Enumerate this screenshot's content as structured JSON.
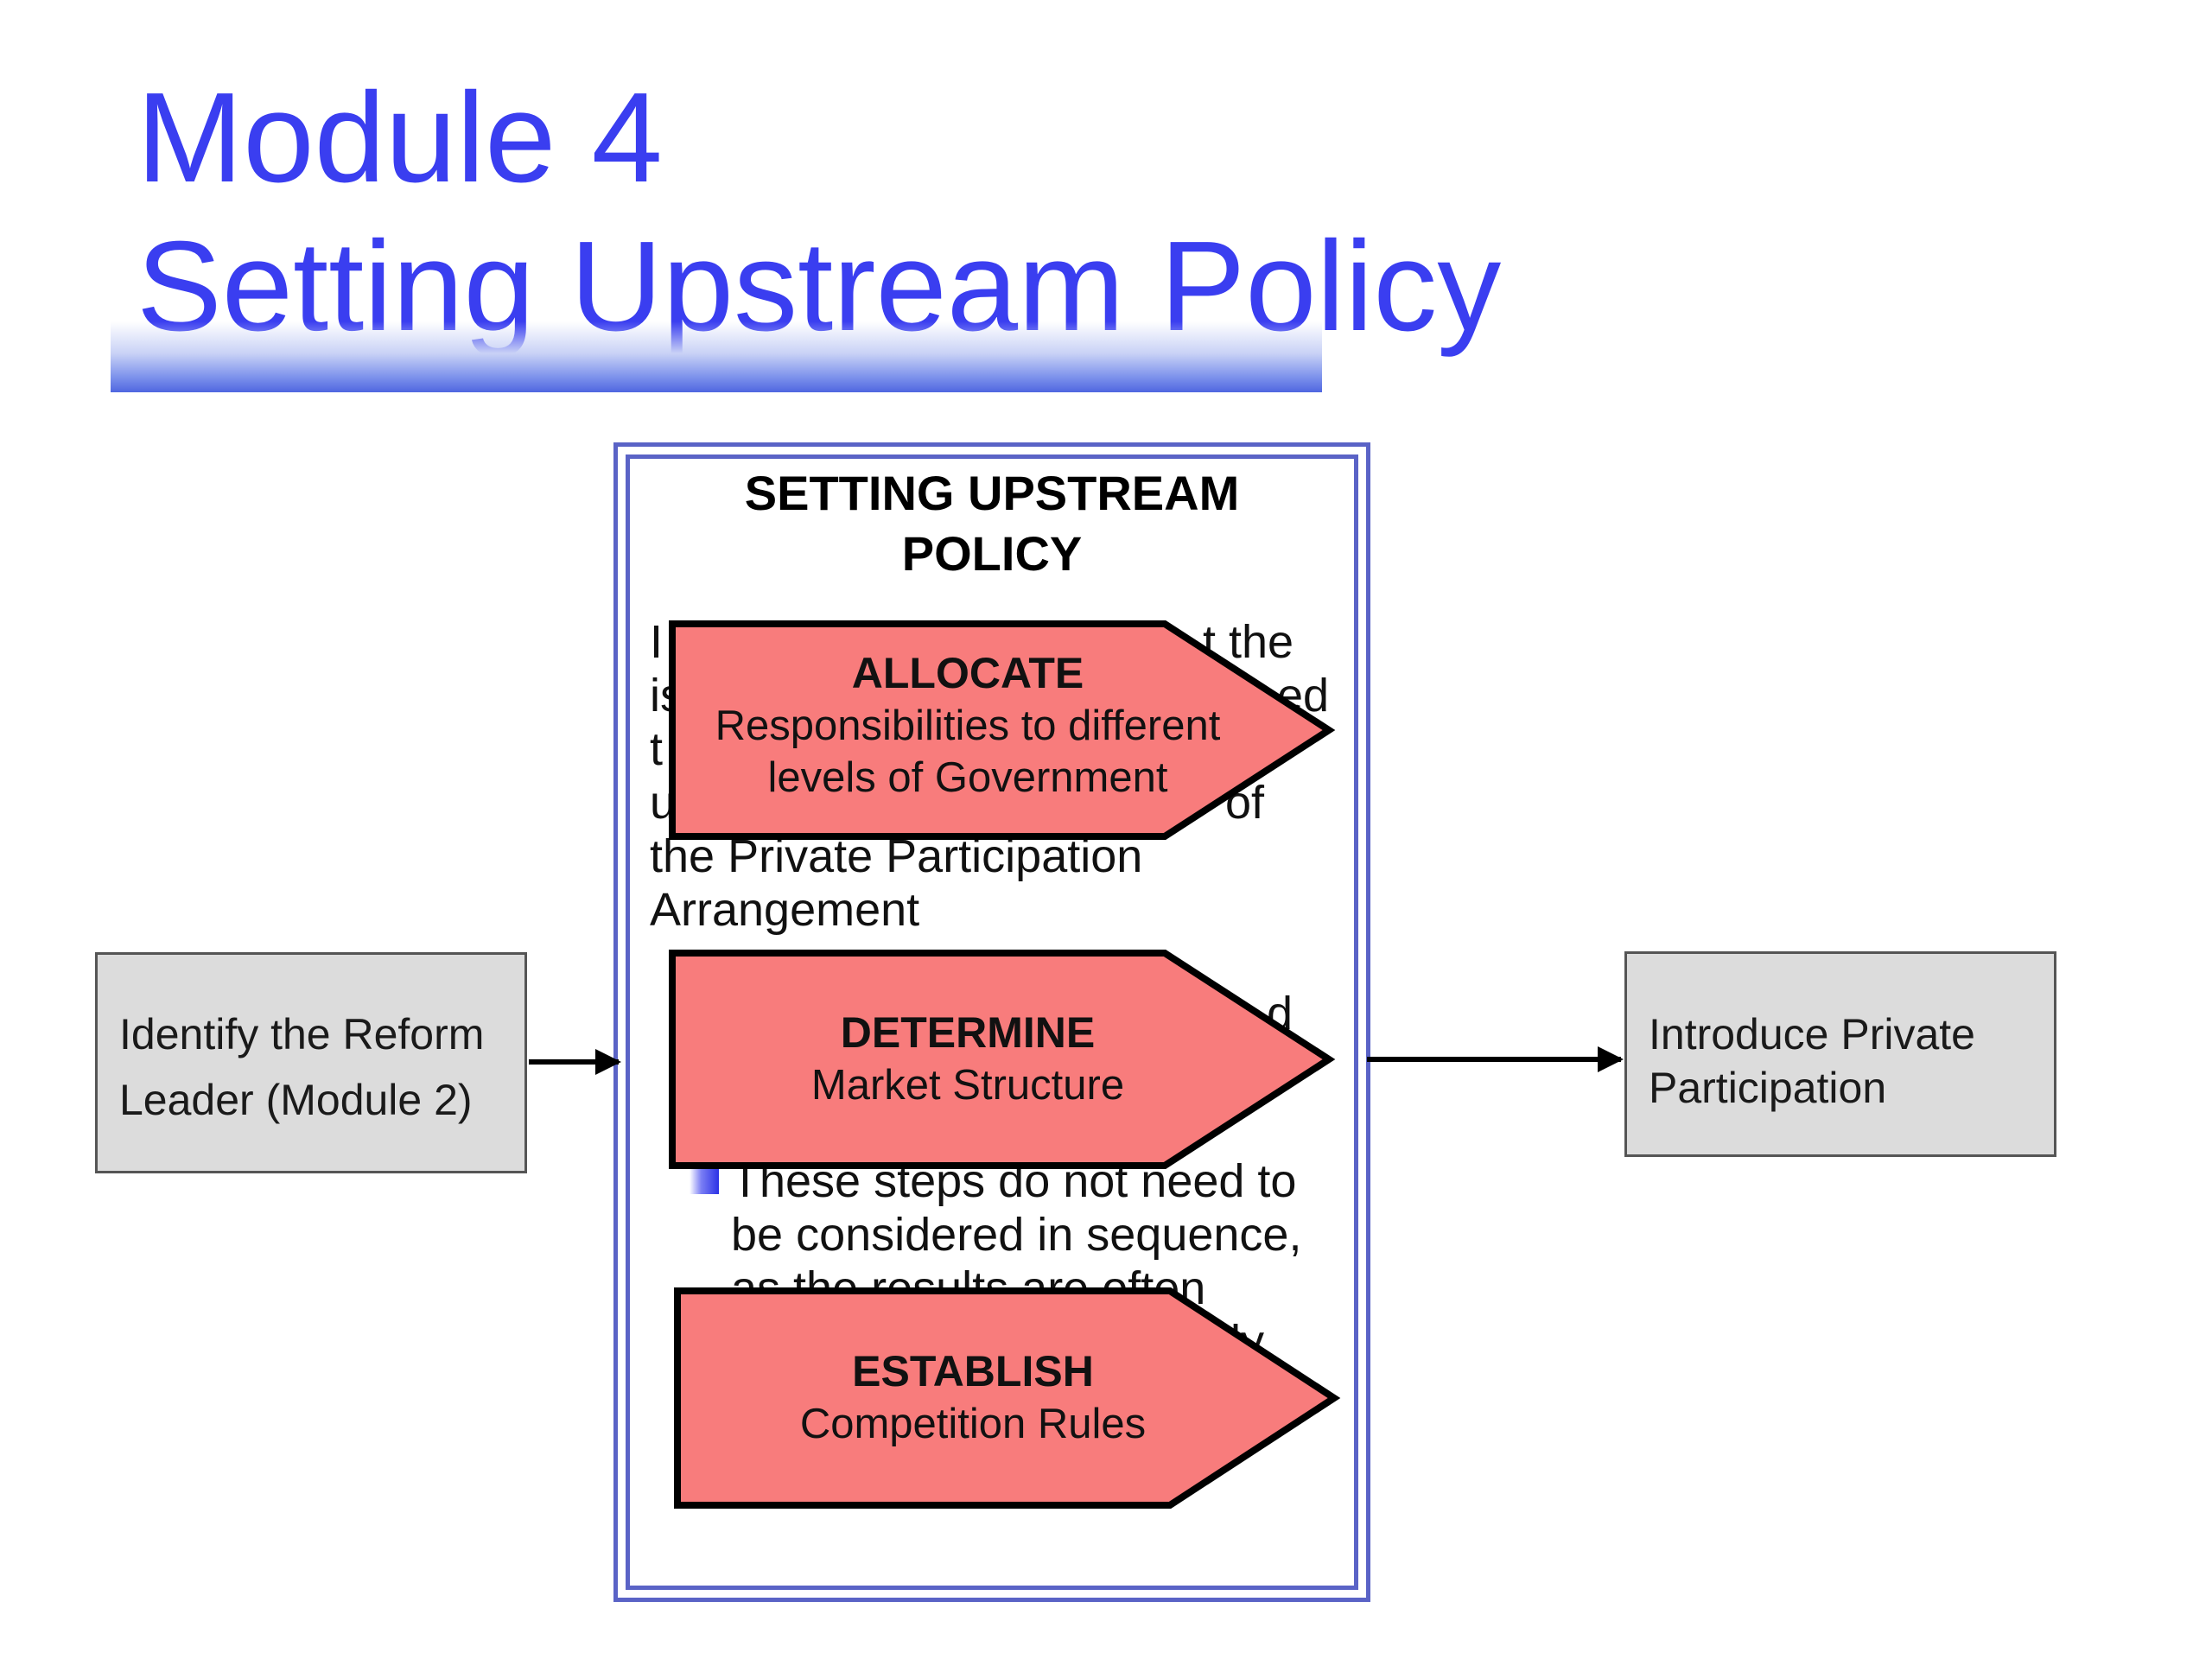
{
  "slide": {
    "title_line1": "Module 4",
    "title_line2": "Setting Upstream Policy"
  },
  "panel": {
    "title_line1": "SETTING UPSTREAM",
    "title_line2": "POLICY",
    "obscured_text_lines": [
      "I",
      "t the",
      "is",
      "ed",
      "t",
      "u",
      "of",
      "the Private Participation",
      "Arrangement",
      "d",
      "These steps do not need to",
      "be considered in sequence,",
      "as the results are often",
      "ly"
    ]
  },
  "steps": [
    {
      "heading": "ALLOCATE",
      "desc_line1": "Responsibilities to different",
      "desc_line2": "levels of Government"
    },
    {
      "heading": "DETERMINE",
      "desc_line1": "Market Structure"
    },
    {
      "heading": "ESTABLISH",
      "desc_line1": "Competition Rules"
    }
  ],
  "flow": {
    "left": {
      "line1": "Identify the Reform",
      "line2": "Leader (Module 2)"
    },
    "right": {
      "line1": "Introduce Private",
      "line2": "Participation"
    }
  },
  "colors": {
    "title": "#3a3ef0",
    "arrow_fill": "#f87c7c",
    "frame_border": "#5a63c6",
    "side_box_fill": "#dcdcdc"
  }
}
